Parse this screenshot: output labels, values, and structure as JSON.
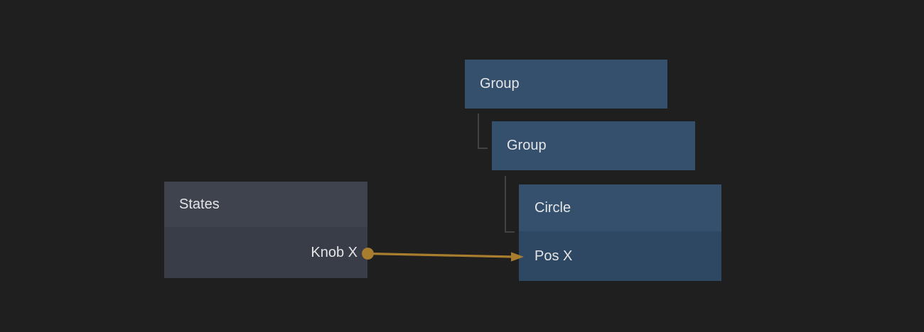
{
  "canvas": {
    "background_color": "#1f1f20"
  },
  "nodes": {
    "group_outer": {
      "title": "Group",
      "header_color": "#35506d"
    },
    "group_inner": {
      "title": "Group",
      "header_color": "#35506d"
    },
    "states": {
      "title": "States",
      "header_color": "#3e434e",
      "body_color": "#383d47",
      "outputs": [
        {
          "label": "Knob X"
        }
      ]
    },
    "circle": {
      "title": "Circle",
      "header_color": "#34506c",
      "body_color": "#2e4763",
      "inputs": [
        {
          "label": "Pos X"
        }
      ]
    }
  },
  "connection": {
    "from_node": "States",
    "from_port": "Knob X",
    "to_node": "Circle",
    "to_port": "Pos X",
    "color": "#a87e2e"
  },
  "tree_connector_color": "#424245",
  "text_color": "#e4e5e7"
}
